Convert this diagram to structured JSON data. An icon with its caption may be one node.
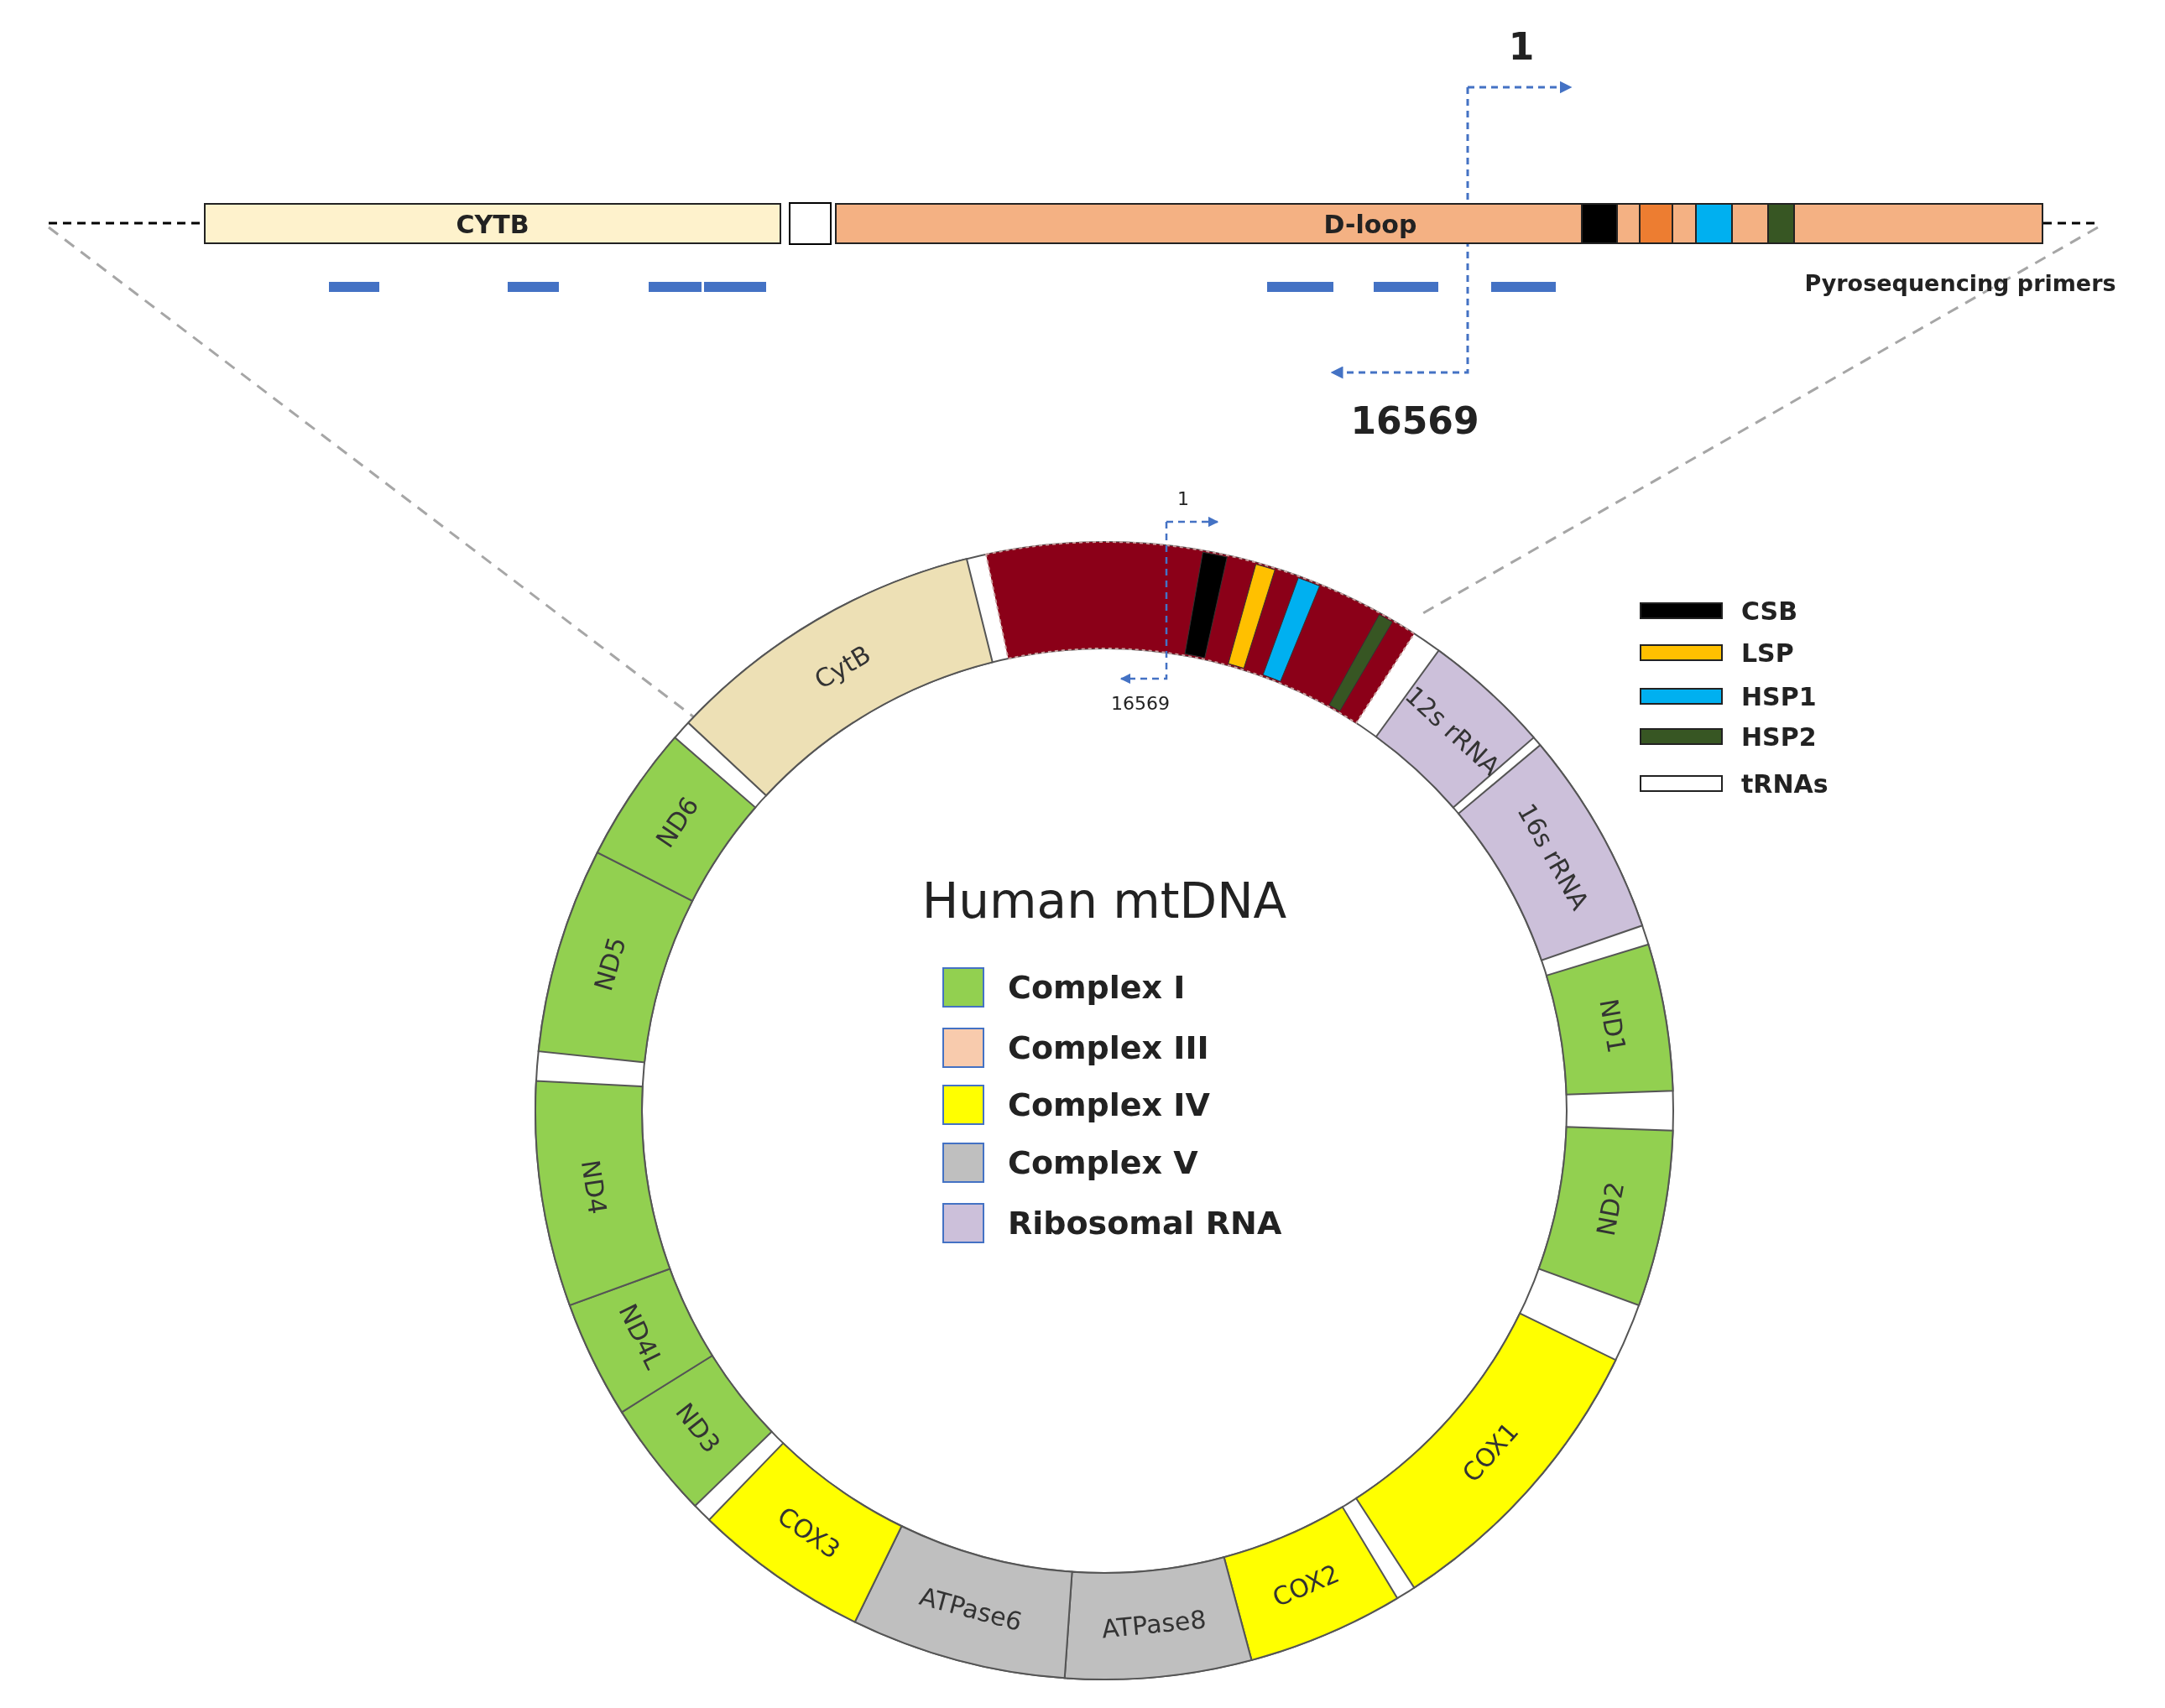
{
  "diagram": {
    "title": "Human mtDNA",
    "nodes": [
      {
        "text": [
          "CYTB"
        ]
      },
      {
        "text": [
          "D-loop"
        ]
      },
      {
        "text": [
          "CytB"
        ]
      },
      {
        "text": [
          "12s rRNA"
        ]
      },
      {
        "text": [
          "16s rRNA"
        ]
      },
      {
        "text": [
          "ND1"
        ]
      },
      {
        "text": [
          "ND2"
        ]
      },
      {
        "text": [
          "COX1"
        ]
      },
      {
        "text": [
          "COX2"
        ]
      },
      {
        "text": [
          "ATPase8"
        ]
      },
      {
        "text": [
          "ATPase6"
        ]
      },
      {
        "text": [
          "COX3"
        ]
      },
      {
        "text": [
          "ND3"
        ]
      },
      {
        "text": [
          "ND4L"
        ]
      },
      {
        "text": [
          "ND4"
        ]
      },
      {
        "text": [
          "ND5"
        ]
      },
      {
        "text": [
          "ND6"
        ]
      }
    ],
    "labels": [
      "1",
      "16569",
      "Pyrosequencing primers",
      "1",
      "16569"
    ],
    "legend": [
      {
        "text": "CSB",
        "color": "#000000"
      },
      {
        "text": "LSP",
        "color": "#ffc000"
      },
      {
        "text": "HSP1",
        "color": "#00b0f0"
      },
      {
        "text": "HSP2",
        "color": "#375623"
      },
      {
        "text": "tRNAs",
        "color": "#ffffff"
      },
      {
        "text": "Complex I",
        "color": "#92d050"
      },
      {
        "text": "Complex III",
        "color": "#f8cbad"
      },
      {
        "text": "Complex IV",
        "color": "#ffff00"
      },
      {
        "text": "Complex V",
        "color": "#bfbfbf"
      },
      {
        "text": "Ribosomal RNA",
        "color": "#ccc0da"
      }
    ]
  }
}
